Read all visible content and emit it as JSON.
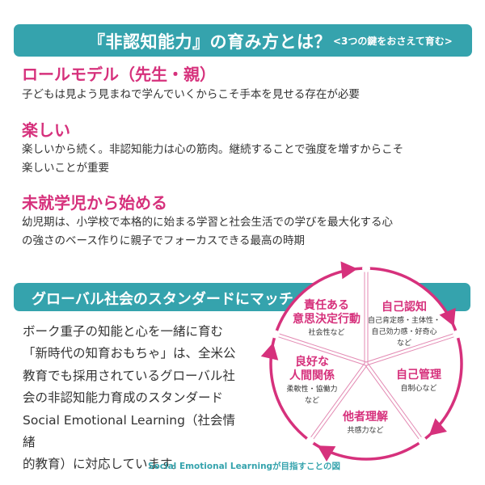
{
  "header": {
    "title": "『非認知能力』の育み方とは？",
    "subtitle": "<3つの鍵をおさえて育む>"
  },
  "keys": [
    {
      "heading": "ロールモデル（先生・親）",
      "lines": [
        "子どもは見よう見まねで学んでいくからこそ手本を見せる存在が必要"
      ]
    },
    {
      "heading": "楽しい",
      "lines": [
        "楽しいから続く。非認知能力は心の筋肉。継続することで強度を増すからこそ",
        "楽しいことが重要"
      ]
    },
    {
      "heading": "未就学児から始める",
      "lines": [
        "幼児期は、小学校で本格的に始まる学習と社会生活での学びを最大化する心",
        "の強さのベース作りに親子でフォーカスできる最高の時期"
      ]
    }
  ],
  "section2": {
    "title": "グローバル社会のスタンダードにマッチ",
    "paragraph": [
      "ボーク重子の知能と心を一緒に育む",
      "「新時代の知育おもちゃ」は、全米公",
      "教育でも採用されているグローバル社",
      "会の非認知能力育成のスタンダード",
      "Social Emotional Learning（社会情緒",
      "的教育）に対応しています。"
    ],
    "caption": "Social Emotional Learningが目指すことの図"
  },
  "diagram": {
    "segments": [
      {
        "title": [
          "自己認知"
        ],
        "sub": [
          "自己肯定感・主体性・",
          "自己効力感・好奇心",
          "など"
        ]
      },
      {
        "title": [
          "自己管理"
        ],
        "sub": [
          "自制心など"
        ]
      },
      {
        "title": [
          "他者理解"
        ],
        "sub": [
          "共感力など"
        ]
      },
      {
        "title": [
          "良好な",
          "人間関係"
        ],
        "sub": [
          "柔軟性・協働力",
          "など"
        ]
      },
      {
        "title": [
          "責任ある",
          "意思決定行動"
        ],
        "sub": [
          "社会性など"
        ]
      }
    ]
  },
  "colors": {
    "teal": "#35a3ad",
    "magenta": "#d6317c",
    "text": "#333333"
  }
}
